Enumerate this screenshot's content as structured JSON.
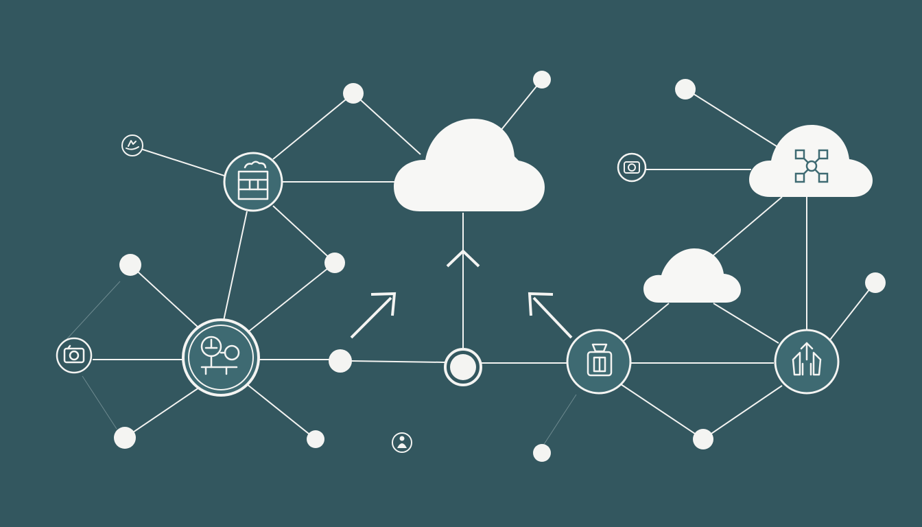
{
  "diagram": {
    "background_color": "#33575f",
    "foreground_color": "#f4f4f2",
    "hub_fill_color": "#3e6a72",
    "nodes": [
      {
        "id": "hub-server",
        "kind": "hub",
        "icon": "server-rack-icon"
      },
      {
        "id": "hub-gauge",
        "kind": "hub",
        "icon": "gauge-network-icon"
      },
      {
        "id": "hub-device",
        "kind": "hub",
        "icon": "device-icon"
      },
      {
        "id": "hub-upload",
        "kind": "hub",
        "icon": "upload-icon"
      },
      {
        "id": "small-settings",
        "kind": "small-icon",
        "icon": "hand-settings-icon"
      },
      {
        "id": "small-camera-left",
        "kind": "small-icon",
        "icon": "camera-icon"
      },
      {
        "id": "small-camera-right",
        "kind": "small-icon",
        "icon": "camera-icon"
      },
      {
        "id": "small-user",
        "kind": "small-icon",
        "icon": "user-icon"
      },
      {
        "id": "cloud-main",
        "kind": "cloud",
        "icon": "cloud-icon"
      },
      {
        "id": "cloud-network",
        "kind": "cloud",
        "icon": "cloud-network-icon"
      },
      {
        "id": "cloud-small",
        "kind": "cloud",
        "icon": "cloud-icon"
      },
      {
        "id": "center-ring",
        "kind": "ring-node",
        "icon": "ring-node-icon"
      }
    ],
    "arrows": [
      "arrow-up-right",
      "arrow-up",
      "arrow-up-left"
    ]
  }
}
